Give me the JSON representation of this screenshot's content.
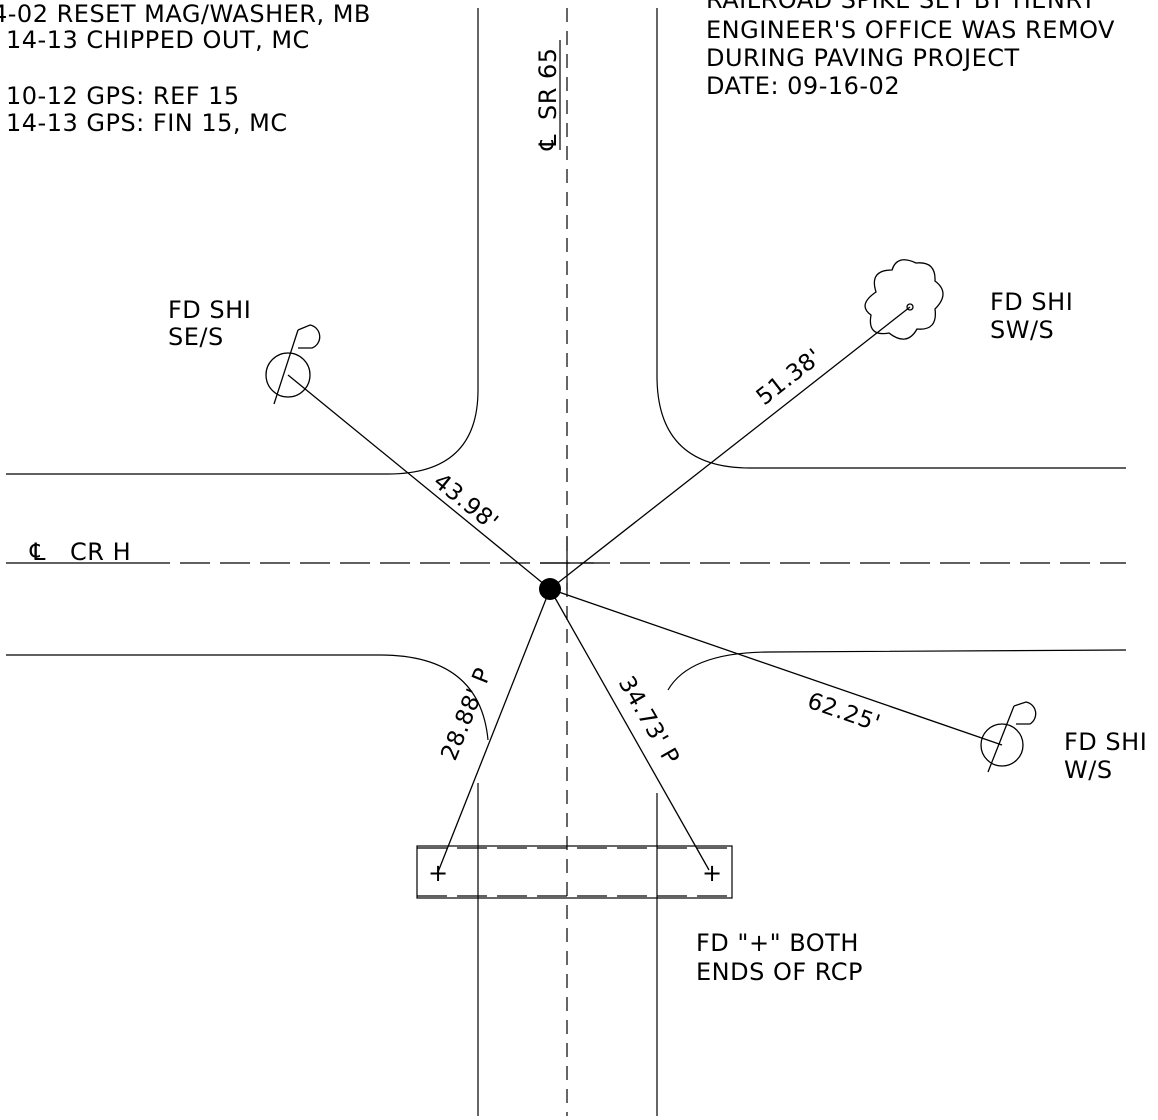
{
  "notes": {
    "history": [
      "4-02 RESET MAG/WASHER, MB",
      "14-13 CHIPPED OUT, MC",
      "10-12 GPS: REF 15",
      "14-13 GPS: FIN 15, MC"
    ],
    "remark": [
      "RAILROAD SPIKE SET BY HENRY",
      "ENGINEER'S OFFICE WAS REMOV",
      "DURING PAVING PROJECT",
      "DATE: 09-16-02"
    ]
  },
  "centerlines": {
    "vertical": "SR 65",
    "horizontal": "CR H",
    "centerline_symbol": "℄"
  },
  "references": {
    "se": {
      "line1": "FD SHI",
      "line2": "SE/S",
      "distance": "43.98'"
    },
    "sw": {
      "line1": "FD SHI",
      "line2": "SW/S",
      "distance": "51.38'"
    },
    "w": {
      "line1": "FD SHI",
      "line2": "W/S",
      "distance": "62.25'"
    },
    "rcp_left_distance": "28.88' P",
    "rcp_right_distance": "34.73' P",
    "rcp_label": [
      "FD \"+\" BOTH",
      "ENDS OF RCP"
    ]
  },
  "colors": {
    "ink": "#000000",
    "paper": "#ffffff"
  }
}
